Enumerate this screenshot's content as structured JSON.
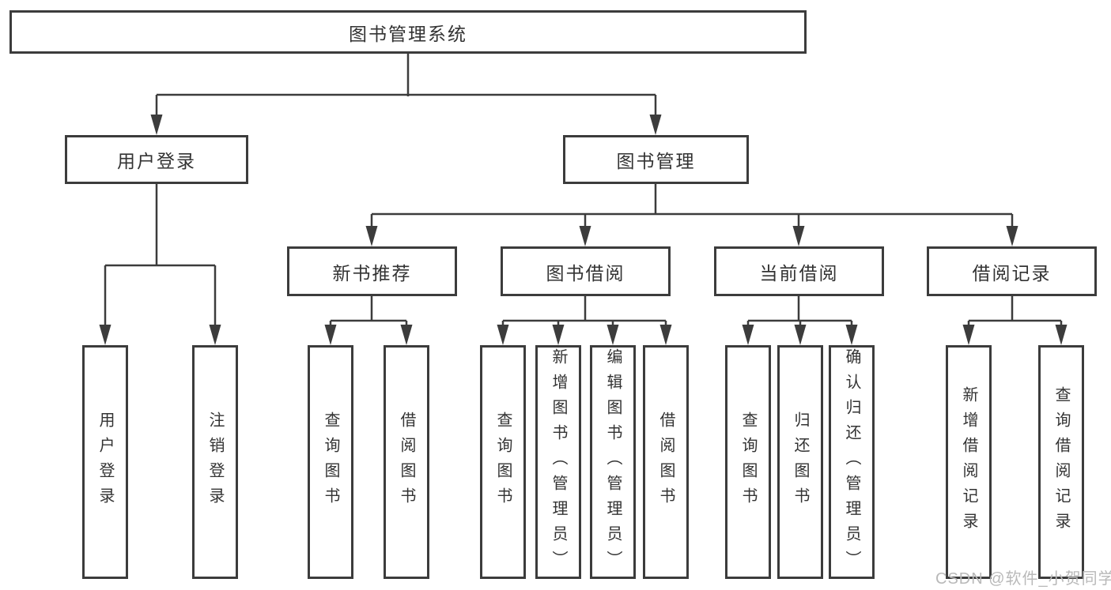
{
  "diagram": {
    "tree": {
      "root": {
        "label": "图书管理系统"
      },
      "branches": [
        {
          "label": "用户登录",
          "children": [
            {
              "label": "用户登录"
            },
            {
              "label": "注销登录"
            }
          ]
        },
        {
          "label": "图书管理",
          "children": [
            {
              "label": "新书推荐",
              "children": [
                {
                  "label": "查询图书"
                },
                {
                  "label": "借阅图书"
                }
              ]
            },
            {
              "label": "图书借阅",
              "children": [
                {
                  "label": "查询图书"
                },
                {
                  "label": "新增图书（管理员）"
                },
                {
                  "label": "编辑图书（管理员）"
                },
                {
                  "label": "借阅图书"
                }
              ]
            },
            {
              "label": "当前借阅",
              "children": [
                {
                  "label": "查询图书"
                },
                {
                  "label": "归还图书"
                },
                {
                  "label": "确认归还（管理员）"
                }
              ]
            },
            {
              "label": "借阅记录",
              "children": [
                {
                  "label": "新增借阅记录"
                },
                {
                  "label": "查询借阅记录"
                }
              ]
            }
          ]
        }
      ]
    },
    "colors": {
      "line": "#3c3c3c",
      "box_border": "#3c3c3c",
      "text": "#333333",
      "watermark": "#b9b9b9"
    }
  },
  "watermark": {
    "text": "CSDN @软件_小贺同学"
  }
}
